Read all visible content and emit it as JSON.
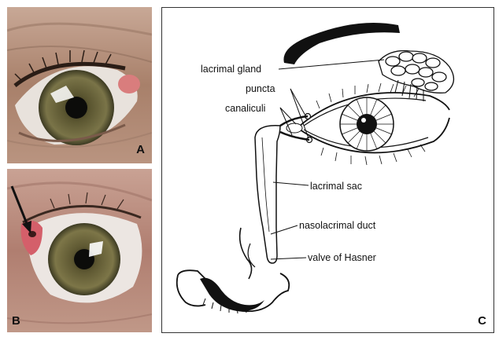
{
  "panels": {
    "a": {
      "label": "A"
    },
    "b": {
      "label": "B"
    },
    "c": {
      "label": "C"
    }
  },
  "diagram": {
    "labels": {
      "lacrimal_gland": "lacrimal gland",
      "puncta": "puncta",
      "canaliculi": "canaliculi",
      "lacrimal_sac": "lacrimal sac",
      "nasolacrimal_duct": "nasolacrimal duct",
      "valve_of_hasner": "valve of Hasner"
    }
  },
  "colors": {
    "iris": "#6f6a3a",
    "skin": "#c39a84",
    "caruncle": "#d86a72",
    "ink": "#111111"
  }
}
